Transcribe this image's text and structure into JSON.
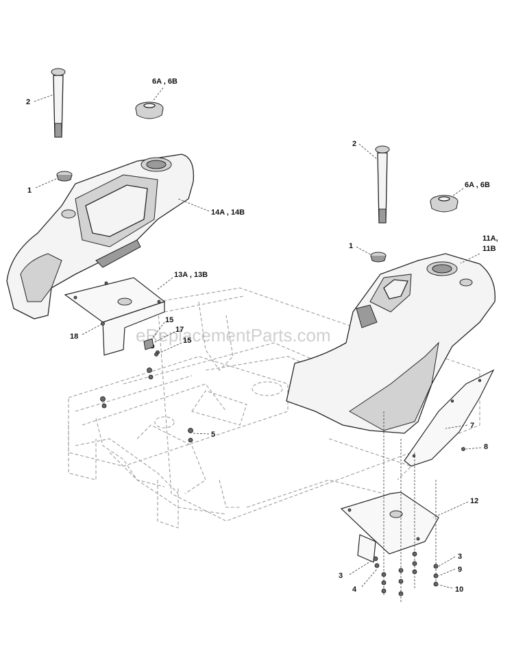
{
  "watermark": "eReplacementParts.com",
  "callouts": {
    "left_gauge": "2",
    "left_cap": "6A , 6B",
    "left_plug": "1",
    "left_tank": "14A , 14B",
    "left_bracket": "13A , 13B",
    "left_hw_a": "15",
    "left_hw_b": "17",
    "left_hw_c": "15",
    "left_screw": "18",
    "frame_nut": "5",
    "right_gauge": "2",
    "right_cap": "6A , 6B",
    "right_plug": "1",
    "right_tank_a": "11A,",
    "right_tank_b": "11B",
    "shield": "7",
    "shield_screw": "8",
    "right_bracket": "12",
    "washer_left": "3",
    "bolt_left": "4",
    "washer_right": "3",
    "lockwasher": "9",
    "nut": "10"
  }
}
